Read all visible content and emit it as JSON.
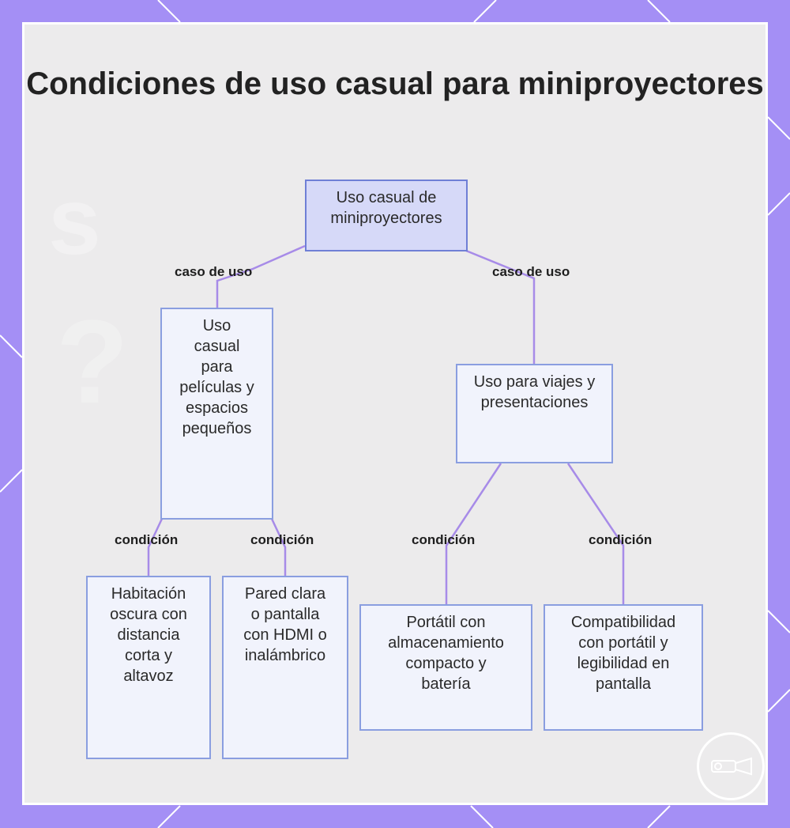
{
  "title": "Condiciones de uso casual para miniproyectores",
  "nodes": {
    "root": "Uso casual de miniproyectores",
    "movies": "Uso casual para películas y espacios pequeños",
    "travel": "Uso para viajes y presentaciones",
    "dark_room": "Habitación oscura con distancia corta y altavoz",
    "wall": "Pared clara o pantalla con HDMI o inalámbrico",
    "portable": "Portátil con almacenamiento compacto y batería",
    "compat": "Compatibilidad con portátil y legibilidad en pantalla"
  },
  "edge_labels": {
    "use_case_left": "caso de uso",
    "use_case_right": "caso de uso",
    "cond_1": "condición",
    "cond_2": "condición",
    "cond_3": "condición",
    "cond_4": "condición"
  },
  "colors": {
    "frame": "#a48ff5",
    "edge": "#a78be8",
    "node_border": "#8a9ee0",
    "root_fill": "#d6d9f8"
  },
  "icons": [
    "projector-logo-icon"
  ]
}
